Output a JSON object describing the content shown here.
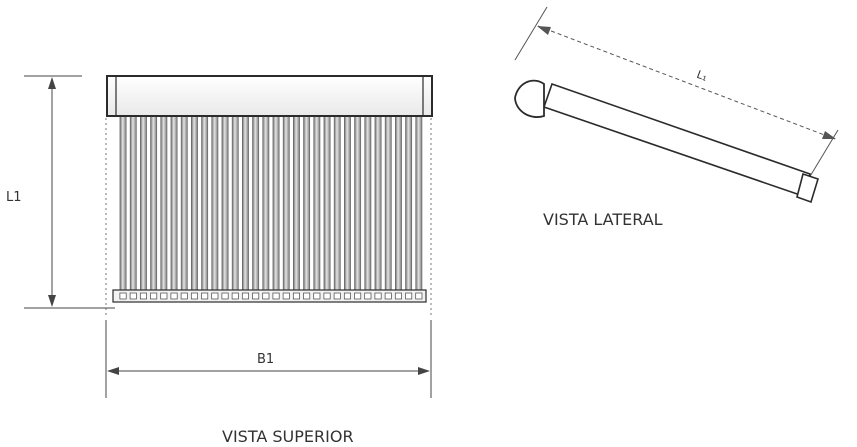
{
  "top_view": {
    "caption": "VISTA SUPERIOR",
    "length_label": "L1",
    "width_label": "B1",
    "tube_count": 30
  },
  "side_view": {
    "caption": "VISTA LATERAL",
    "length_label": "L₁"
  },
  "colors": {
    "line": "#2b2b2b",
    "tube_dark": "#6f6f6f",
    "tube_light": "#e4e4e4",
    "frame_fill": "#ffffff"
  }
}
